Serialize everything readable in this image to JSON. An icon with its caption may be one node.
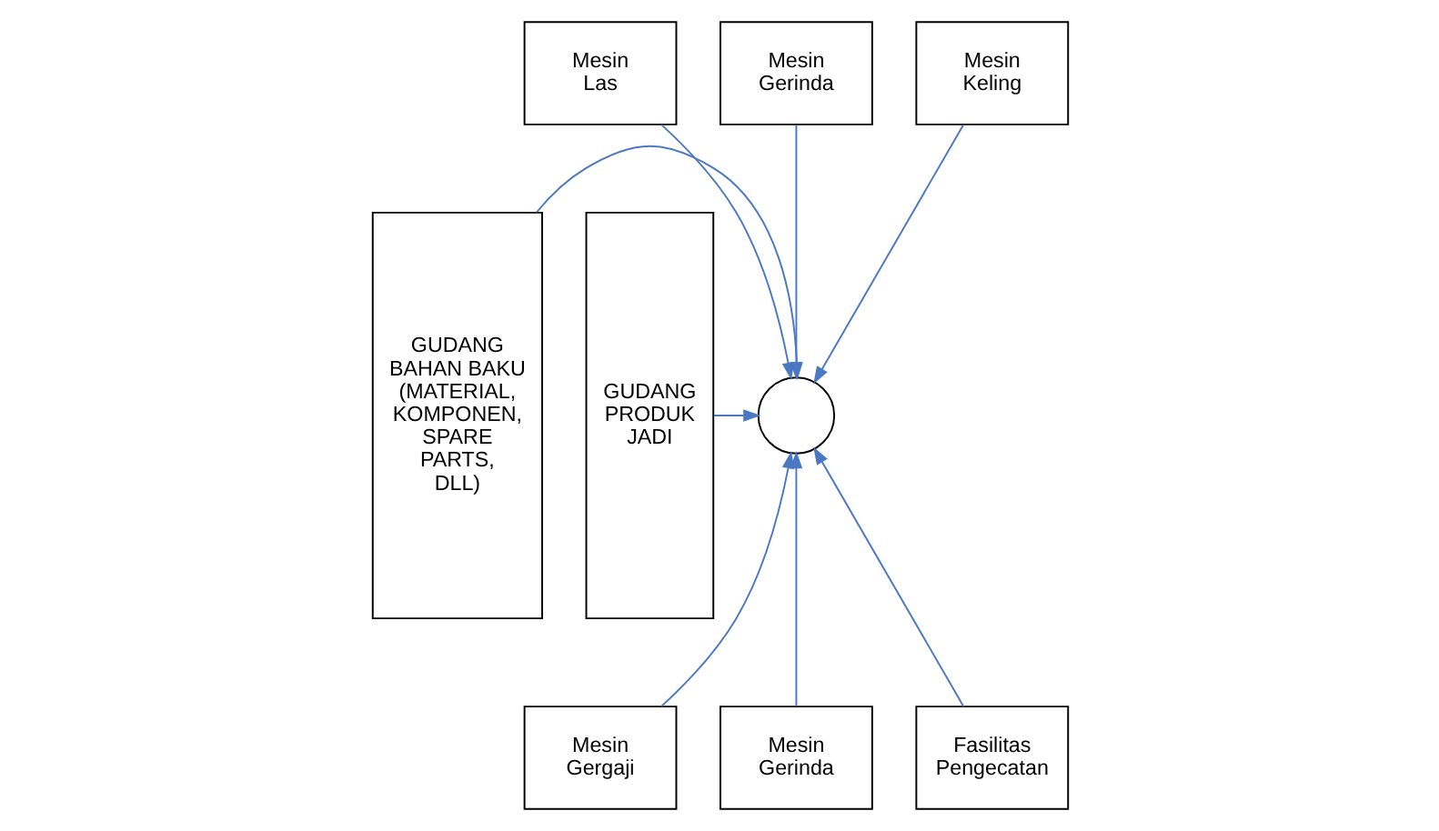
{
  "diagram": {
    "nodes": [
      {
        "text": [
          "GUDANG BAHAN BAKU (MATERIAL, KOMPONEN, SPARE PARTS, DLL)"
        ]
      },
      {
        "text": [
          "Mesin Las"
        ]
      },
      {
        "text": [
          "Mesin Gerinda"
        ]
      },
      {
        "text": [
          "Mesin Keling"
        ]
      },
      {
        "text": [
          "GUDANG PRODUK JADI"
        ]
      },
      {
        "text": [],
        "shape": "circle"
      },
      {
        "text": [
          "Mesin Gergaji"
        ]
      },
      {
        "text": [
          "Mesin Gerinda"
        ]
      },
      {
        "text": [
          "Fasilitas Pengecatan"
        ]
      }
    ],
    "edges": [
      {
        "from": 0,
        "to": 5,
        "arrow": "to"
      },
      {
        "from": 1,
        "to": 5,
        "arrow": "to"
      },
      {
        "from": 2,
        "to": 5,
        "arrow": "to"
      },
      {
        "from": 3,
        "to": 5,
        "arrow": "to"
      },
      {
        "from": 4,
        "to": 5,
        "arrow": "to"
      },
      {
        "from": 6,
        "to": 5,
        "arrow": "to"
      },
      {
        "from": 7,
        "to": 5,
        "arrow": "to"
      },
      {
        "from": 8,
        "to": 5,
        "arrow": "to"
      }
    ]
  }
}
